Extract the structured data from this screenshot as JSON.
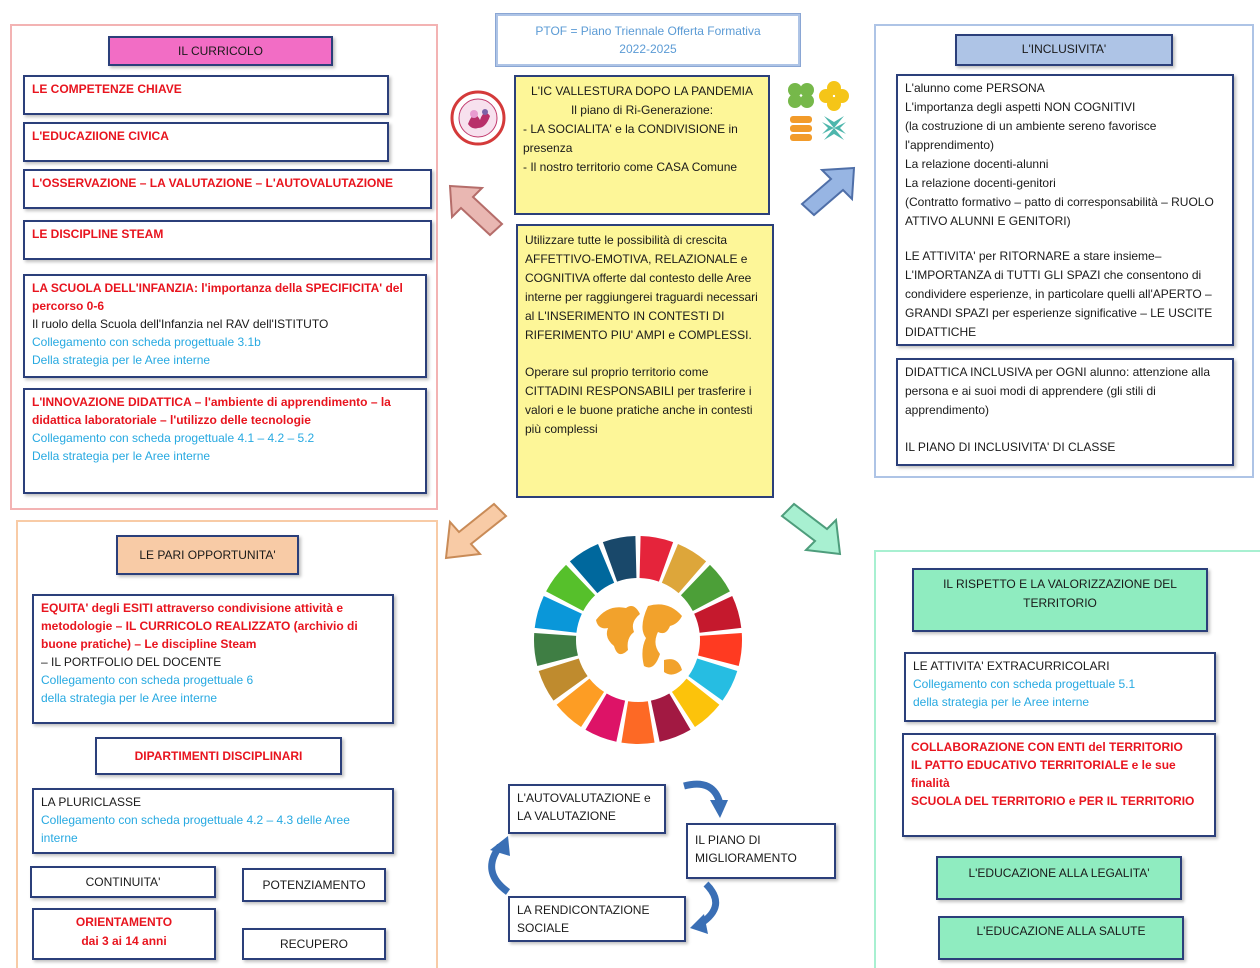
{
  "ptof": {
    "line1": "PTOF = Piano Triennale Offerta Formativa",
    "line2": "2022-2025"
  },
  "curricolo": {
    "header": "IL CURRICOLO",
    "competenze": "LE COMPETENZE CHIAVE",
    "civica": "L'EDUCAZIIONE CIVICA",
    "osservazione": "L'OSSERVAZIONE – LA VALUTAZIONE – L'AUTOVALUTAZIONE",
    "steam": "LE DISCIPLINE STEAM",
    "infanzia": {
      "title": "LA SCUOLA DELL'INFANZIA: l'importanza della SPECIFICITA' del percorso 0-6",
      "text": "Il ruolo della Scuola dell'Infanzia nel RAV dell'ISTITUTO",
      "link1": "Collegamento con scheda progettuale 3.1b",
      "link2": "Della strategia per le Aree interne"
    },
    "innovazione": {
      "title": "L'INNOVAZIONE DIDATTICA – l'ambiente di apprendimento – la didattica laboratoriale – l'utilizzo delle tecnologie",
      "link1": "Collegamento con scheda progettuale 4.1 – 4.2 – 5.2",
      "link2": "Della strategia per le Aree interne"
    }
  },
  "center": {
    "ic": [
      "L'IC VALLESTURA DOPO LA PANDEMIA",
      "Il piano di Ri-Generazione:",
      "- LA SOCIALITA' e la CONDIVISIONE in presenza",
      "- Il nostro territorio come CASA Comune"
    ],
    "p1": "Utilizzare tutte le possibilità di crescita AFFETTIVO-EMOTIVA, RELAZIONALE e COGNITIVA offerte dal contesto delle Aree interne per raggiungerei traguardi necessari al L'INSERIMENTO IN CONTESTI DI RIFERIMENTO PIU' AMPI e COMPLESSI.",
    "p2": "Operare sul proprio territorio come CITTADINI RESPONSABILI per trasferire i valori e le buone pratiche anche in contesti più complessi"
  },
  "inclusivita": {
    "header": "L'INCLUSIVITA'",
    "lines": [
      "L'alunno come PERSONA",
      "L'importanza degli aspetti NON COGNITIVI",
      "(la costruzione di un ambiente sereno favorisce l'apprendimento)",
      "La relazione docenti-alunni",
      "La relazione docenti-genitori",
      "(Contratto formativo – patto di corresponsabilità – RUOLO ATTIVO ALUNNI E GENITORI)"
    ],
    "attivita": "LE ATTIVITA' per RITORNARE a stare insieme– L'IMPORTANZA di TUTTI GLI SPAZI che consentono di condividere esperienze, in particolare quelli all'APERTO – GRANDI SPAZI per esperienze significative – LE USCITE DIDATTICHE",
    "didattica": "DIDATTICA INCLUSIVA per OGNI alunno: attenzione alla persona e ai suoi modi di apprendere (gli stili di apprendimento)",
    "piano": "IL PIANO DI INCLUSIVITA' DI CLASSE"
  },
  "pari": {
    "header": "LE PARI OPPORTUNITA'",
    "equita": "EQUITA' degli ESITI attraverso condivisione attività e metodologie – IL CURRICOLO REALIZZATO (archivio di buone pratiche) – Le discipline Steam",
    "portfolio": "– IL PORTFOLIO DEL DOCENTE",
    "link1": "Collegamento con scheda progettuale 6",
    "link2": "della strategia per le Aree interne",
    "dipartimenti": "DIPARTIMENTI DISCIPLINARI",
    "pluriclasse": "LA PLURICLASSE",
    "pluri_link": "Collegamento con scheda progettuale 4.2 – 4.3 delle Aree interne",
    "continuita": "CONTINUITA'",
    "potenziamento": "POTENZIAMENTO",
    "orientamento1": "ORIENTAMENTO",
    "orientamento2": "dai 3 ai 14 anni",
    "recupero": "RECUPERO"
  },
  "cycle": {
    "auto": "L'AUTOVALUTAZIONE e LA VALUTAZIONE",
    "piano": "IL PIANO DI MIGLIORAMENTO",
    "rend": "LA RENDICONTAZIONE SOCIALE"
  },
  "territorio": {
    "header": "IL RISPETTO E LA VALORIZZAZIONE DEL TERRITORIO",
    "extra": "LE ATTIVITA' EXTRACURRICOLARI",
    "link1": "Collegamento con scheda progettuale 5.1",
    "link2": "della strategia per le Aree interne",
    "collab1": "COLLABORAZIONE CON ENTI del TERRITORIO",
    "collab2": "IL PATTO EDUCATIVO TERRITORIALE e le sue finalità",
    "collab3": "SCUOLA DEL TERRITORIO e PER IL TERRITORIO",
    "legalita": "L'EDUCAZIONE ALLA LEGALITA'",
    "salute": "L'EDUCAZIONE ALLA SALUTE"
  },
  "colors": {
    "pink_header": "#f26dc5",
    "blue_header": "#aec4e6",
    "peach_header": "#f8cba6",
    "green_header": "#8fecc0",
    "yellow_box": "#fdf698",
    "red_text": "#e8141e",
    "link_blue": "#27a9e1"
  }
}
